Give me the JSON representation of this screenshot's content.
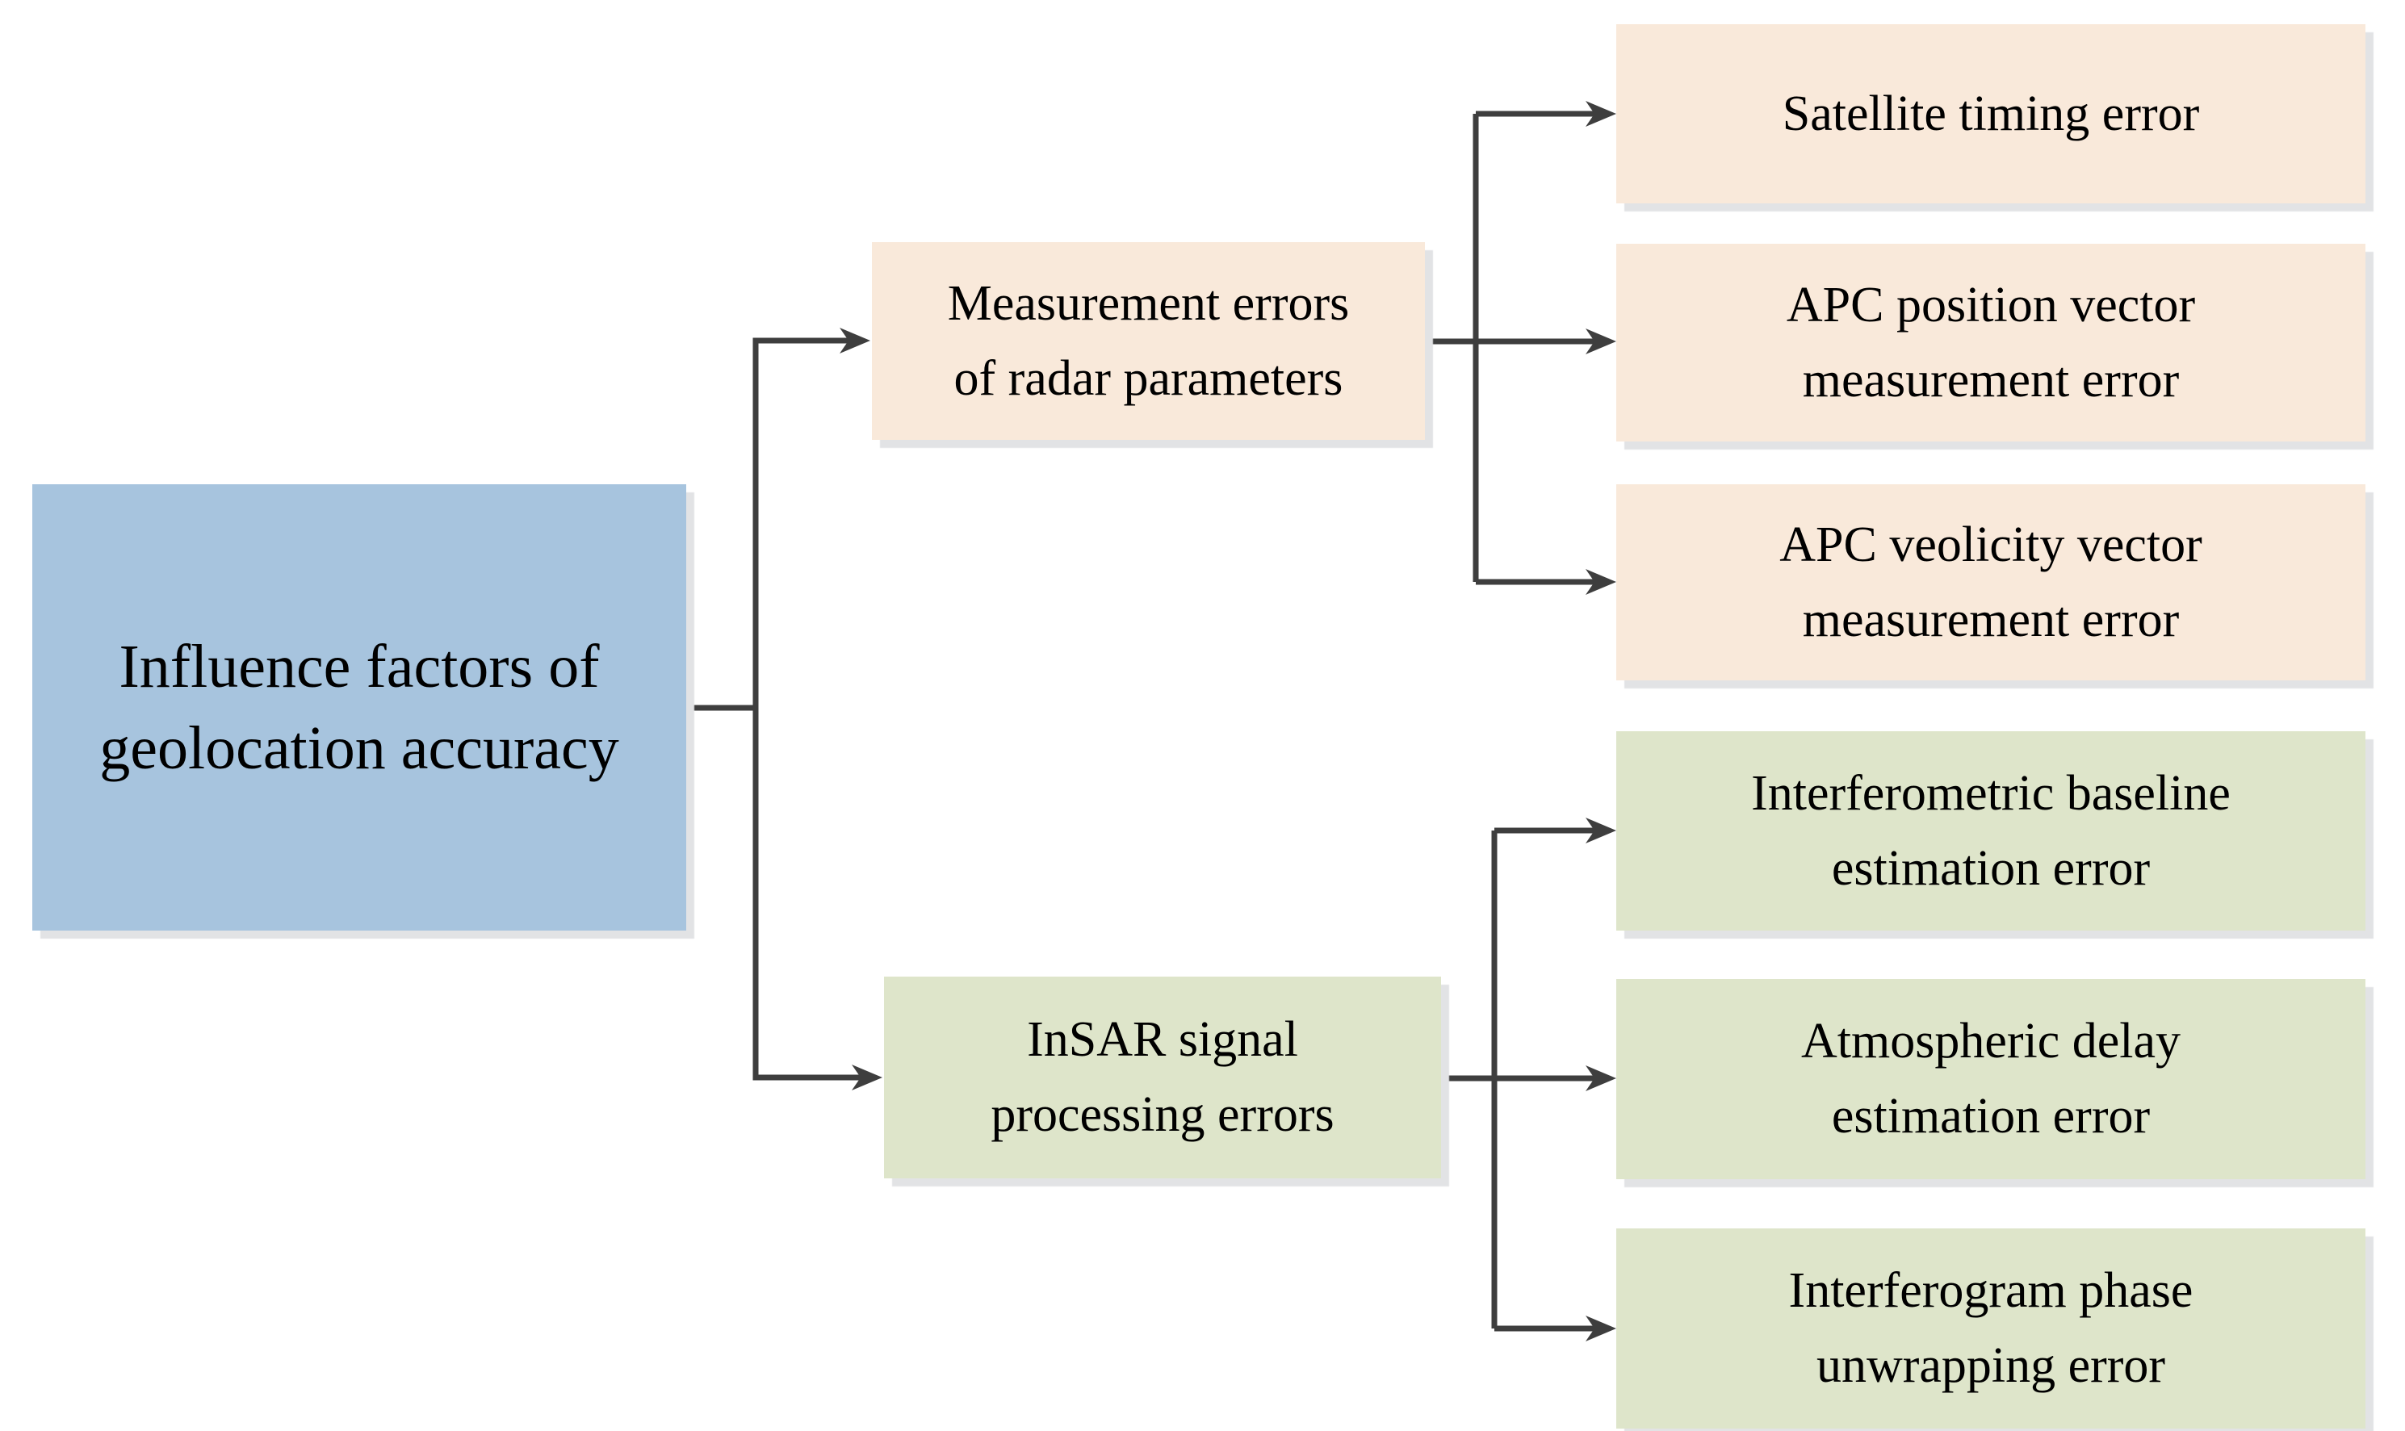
{
  "diagram": {
    "root": {
      "label": "Influence factors of\ngeolocation accuracy",
      "fill": "#a7c4de"
    },
    "branches": [
      {
        "label": "Measurement errors\nof radar parameters",
        "fill": "#f9e9da",
        "children": [
          {
            "label": "Satellite timing error"
          },
          {
            "label": "APC position vector\nmeasurement error"
          },
          {
            "label": "APC veolicity vector\nmeasurement error"
          }
        ]
      },
      {
        "label": "InSAR signal\nprocessing errors",
        "fill": "#dee5ca",
        "children": [
          {
            "label": "Interferometric baseline\nestimation error"
          },
          {
            "label": "Atmospheric delay\nestimation error"
          },
          {
            "label": "Interferogram phase\nunwrapping error"
          }
        ]
      }
    ],
    "colors": {
      "connector": "#3e3e3e",
      "shadow": "#e2e3e5",
      "text": "#000000",
      "background": "#ffffff"
    }
  }
}
